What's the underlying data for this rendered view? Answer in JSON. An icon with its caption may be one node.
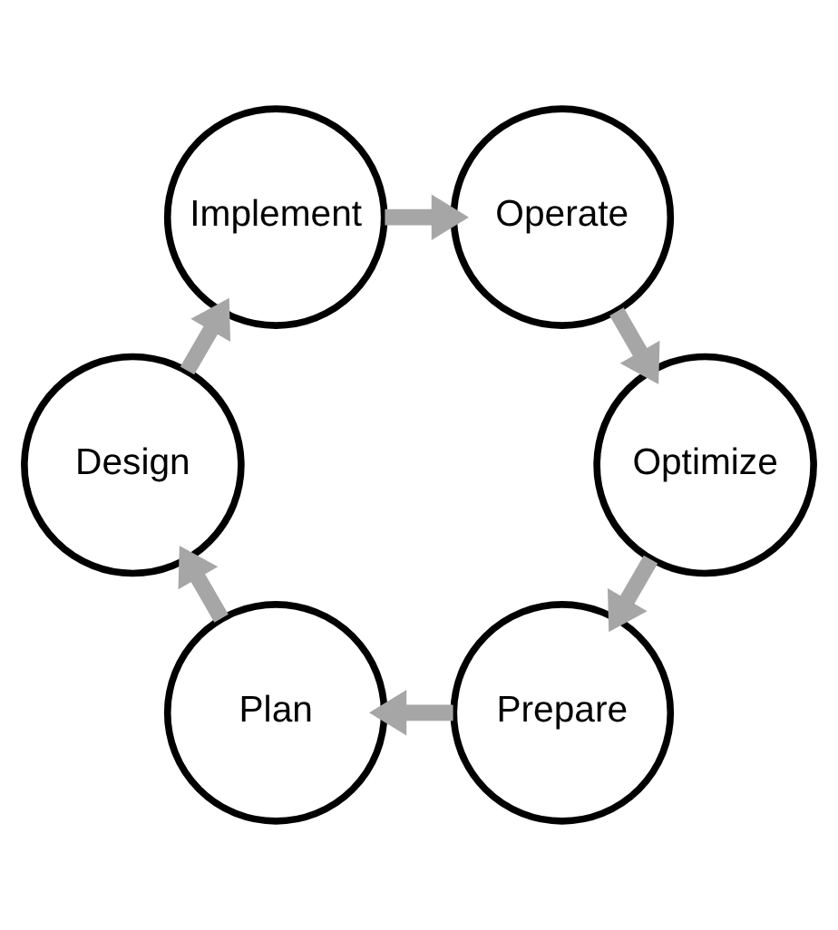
{
  "diagram": {
    "nodes": [
      {
        "text": [
          "Prepare"
        ]
      },
      {
        "text": [
          "Plan"
        ]
      },
      {
        "text": [
          "Design"
        ]
      },
      {
        "text": [
          "Implement"
        ]
      },
      {
        "text": [
          "Operate"
        ]
      },
      {
        "text": [
          "Optimize"
        ]
      }
    ],
    "edges": [
      {
        "from": 0,
        "to": 1,
        "arrow": "to"
      },
      {
        "from": 1,
        "to": 2,
        "arrow": "to"
      },
      {
        "from": 2,
        "to": 3,
        "arrow": "to"
      },
      {
        "from": 3,
        "to": 4,
        "arrow": "to"
      },
      {
        "from": 4,
        "to": 5,
        "arrow": "to"
      },
      {
        "from": 5,
        "to": 0,
        "arrow": "to"
      }
    ]
  }
}
